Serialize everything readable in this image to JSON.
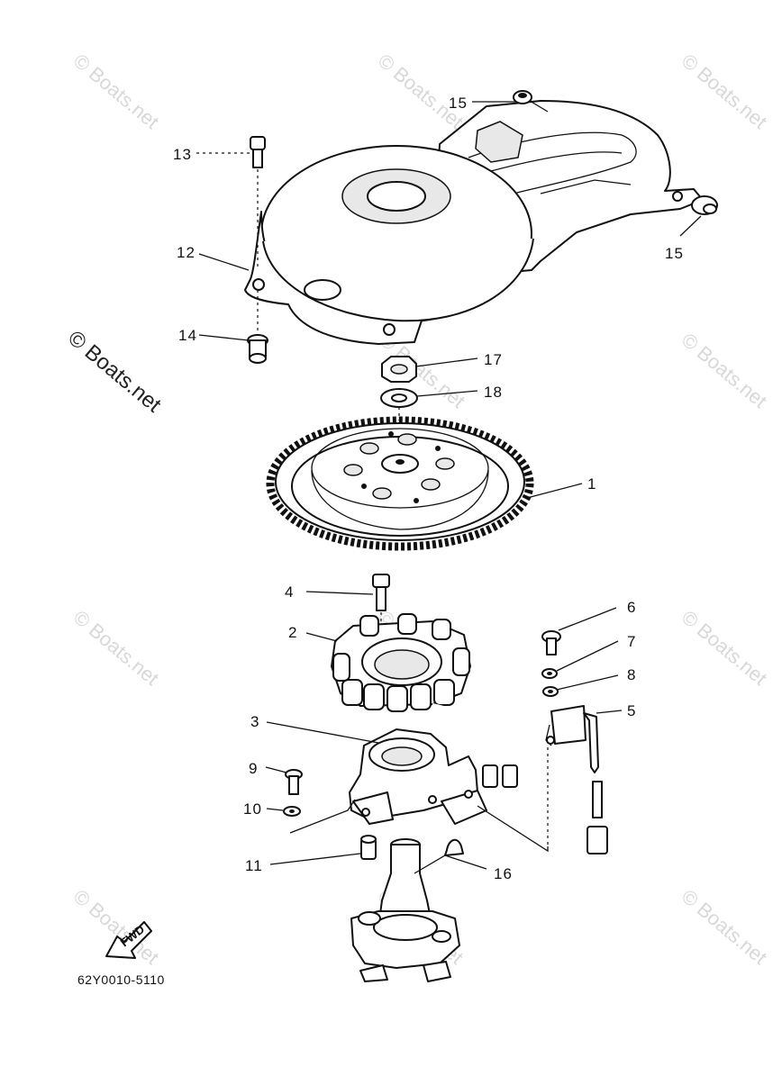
{
  "diagram": {
    "drawing_code": "62Y0010-5110",
    "fwd_label": "FWD",
    "watermark_text": "© Boats.net",
    "callouts": {
      "c1": "1",
      "c2": "2",
      "c3": "3",
      "c4": "4",
      "c5": "5",
      "c6": "6",
      "c7": "7",
      "c8": "8",
      "c9": "9",
      "c10": "10",
      "c11": "11",
      "c12": "12",
      "c13": "13",
      "c14": "14",
      "c15a": "15",
      "c15b": "15",
      "c16": "16",
      "c17": "17",
      "c18": "18"
    }
  },
  "colors": {
    "line": "#111111",
    "watermark": "#d8d8d8",
    "background": "#ffffff"
  }
}
